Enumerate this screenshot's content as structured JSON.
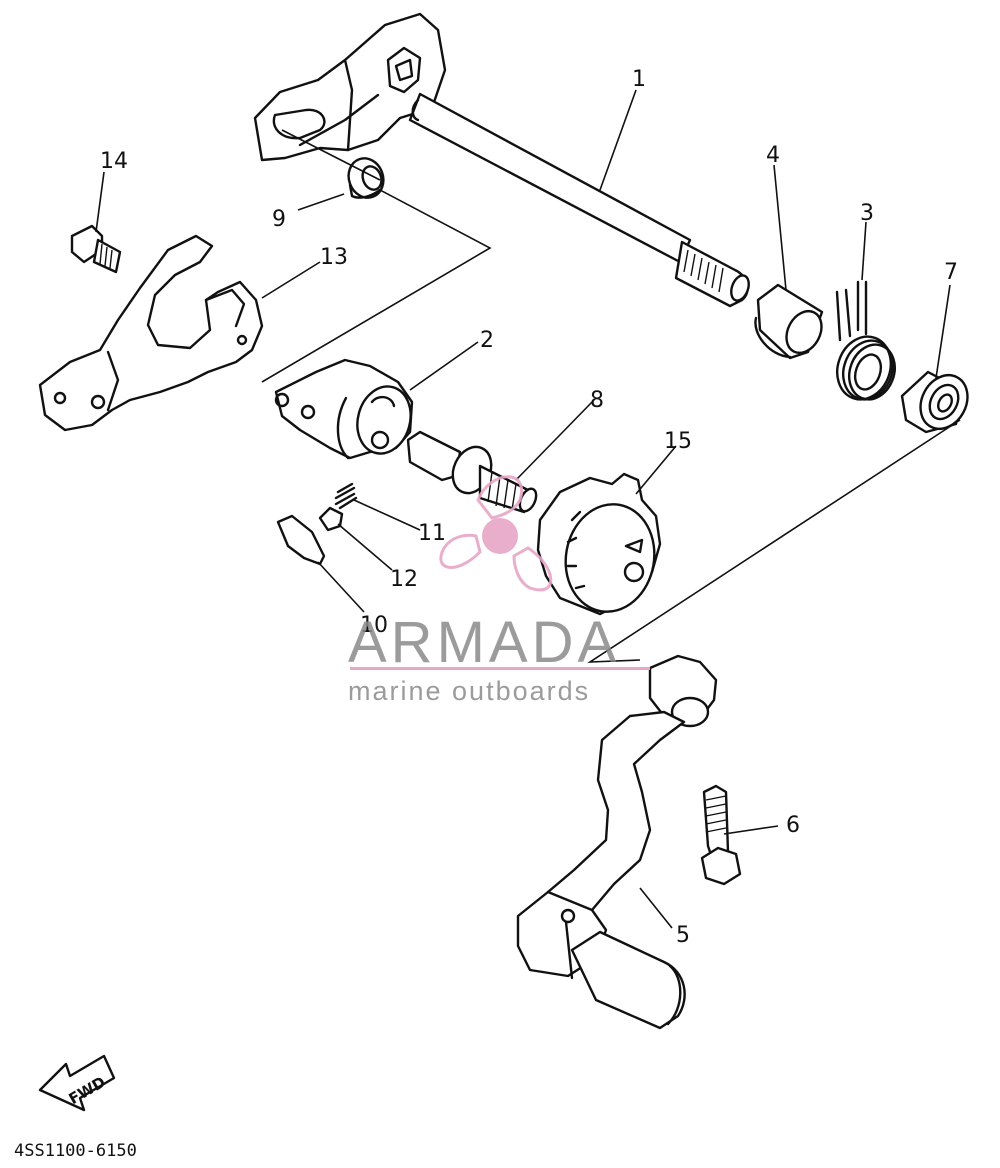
{
  "parts": {
    "p1": "1",
    "p2": "2",
    "p3": "3",
    "p4": "4",
    "p5": "5",
    "p6": "6",
    "p7": "7",
    "p8": "8",
    "p9": "9",
    "p10": "10",
    "p11": "11",
    "p12": "12",
    "p13": "13",
    "p14": "14",
    "p15": "15"
  },
  "fwd_label": "FWD",
  "diagram_code": "4SS1100-6150",
  "watermark": {
    "brand": "ARMADA",
    "tagline": "marine outboards",
    "logo_color": "#e8a6c8",
    "text_color": "#8a8a8a"
  }
}
